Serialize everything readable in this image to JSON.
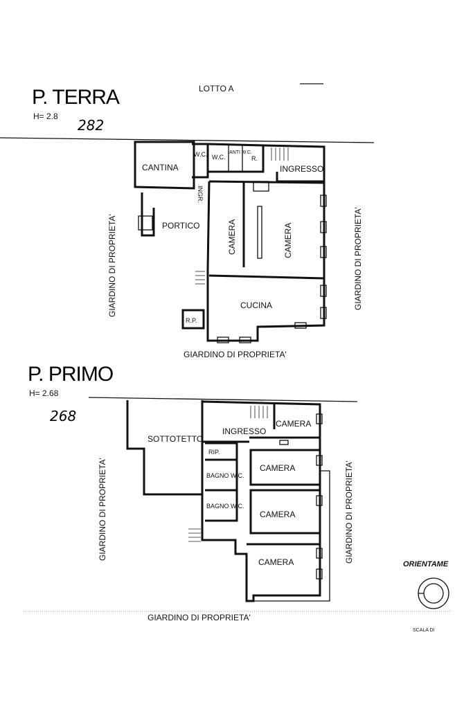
{
  "header": {
    "lot": "LOTTO A"
  },
  "ground_floor": {
    "title": "P. TERRA",
    "height_label": "H= 2.8",
    "height_handwritten": "282",
    "rooms": [
      "CANTINA",
      "W.C.",
      "W.C.",
      "ANTI W.C.",
      "R.",
      "INGRESSO",
      "INGR.",
      "PORTICO",
      "CAMERA",
      "CAMERA",
      "CUCINA",
      "R.P."
    ],
    "garden_left": "GIARDINO DI PROPRIETA'",
    "garden_right": "GIARDINO DI PROPRIETA'",
    "garden_bottom": "GIARDINO DI PROPRIETA'"
  },
  "first_floor": {
    "title": "P. PRIMO",
    "height_label": "H= 2.68",
    "height_handwritten": "268",
    "rooms": [
      "SOTTOTETTO",
      "INGRESSO",
      "CAMERA",
      "RIP.",
      "CAMERA",
      "BAGNO W.C.",
      "BAGNO W.C.",
      "CAMERA",
      "CAMERA"
    ],
    "garden_left": "GIARDINO DI PROPRIETA'",
    "garden_right": "GIARDINO DI PROPRIETA'",
    "garden_bottom": "GIARDINO DI PROPRIETA'"
  },
  "orientation": {
    "label": "ORIENTAME",
    "scale_label": "SCALA DI"
  }
}
